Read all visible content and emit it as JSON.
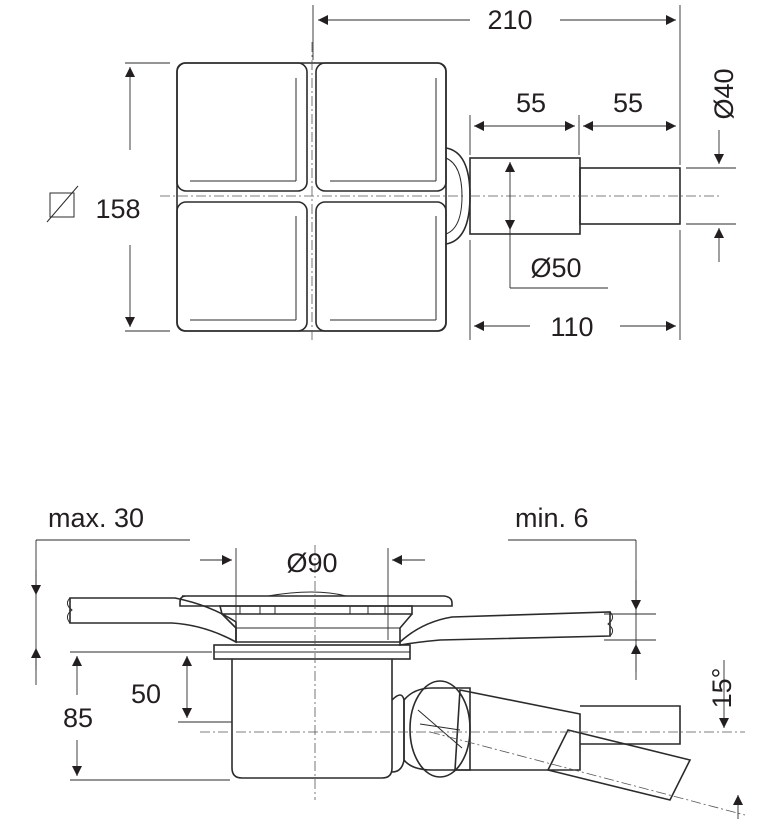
{
  "top_view": {
    "width_total": "210",
    "height_grate": "158",
    "outlet_left_len": "55",
    "outlet_right_len": "55",
    "outlet_dia_small": "Ø40",
    "outlet_dia_large": "Ø50",
    "outlet_total_len": "110"
  },
  "side_view": {
    "max_tile": "max. 30",
    "min_gap": "min. 6",
    "body_dia": "Ø90",
    "body_height": "50",
    "total_height": "85",
    "outlet_angle": "15°"
  },
  "colors": {
    "line": "#2b2b2b",
    "floor_fill": "#d9d9d9",
    "body_fill": "#f4f4f4"
  }
}
